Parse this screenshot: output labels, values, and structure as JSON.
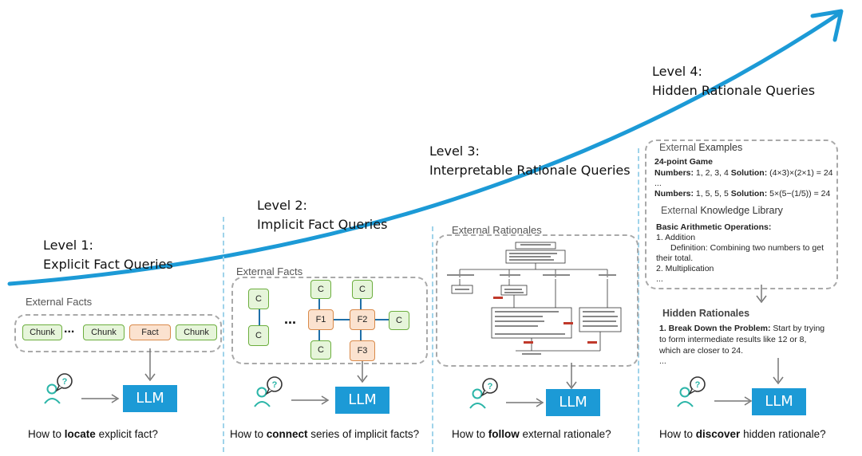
{
  "levels": [
    {
      "title": "Level 1:",
      "subtitle": "Explicit Fact Queries"
    },
    {
      "title": "Level 2:",
      "subtitle": "Implicit Fact Queries"
    },
    {
      "title": "Level 3:",
      "subtitle": "Interpretable Rationale Queries"
    },
    {
      "title": "Level 4:",
      "subtitle": "Hidden Rationale Queries"
    }
  ],
  "panel1": {
    "label": "External Facts",
    "chunks": [
      "Chunk",
      "...",
      "Chunk",
      "Fact",
      "Chunk"
    ],
    "llm": "LLM",
    "question_pre": "How to ",
    "question_bold": "locate",
    "question_post": " explicit fact?"
  },
  "panel2": {
    "label": "External Facts",
    "node_c": "C",
    "ellipsis": "...",
    "facts": [
      "F1",
      "F2",
      "F3"
    ],
    "llm": "LLM",
    "question_pre": "How to ",
    "question_bold": "connect",
    "question_post": " series of implicit facts?"
  },
  "panel3": {
    "label": "External Rationales",
    "llm": "LLM",
    "question_pre": "How to ",
    "question_bold": "follow",
    "question_post": " external rationale?"
  },
  "panel4": {
    "examples_label_pre": "External ",
    "examples_label_em": "Examples",
    "game_title": "24-point Game",
    "ex1_numbers_label": "Numbers:",
    "ex1_numbers": " 1, 2, 3, 4 ",
    "ex1_solution_label": "Solution:",
    "ex1_solution": " (4×3)×(2×1) = 24",
    "ellipsis": "...",
    "ex2_numbers_label": "Numbers:",
    "ex2_numbers": " 1, 5, 5, 5 ",
    "ex2_solution_label": "Solution:",
    "ex2_solution": " 5×(5−(1/5)) = 24",
    "library_label_pre": "External ",
    "library_label_em": "Knowledge Library",
    "ops_title": "Basic Arithmetic Operations:",
    "op1": "1. Addition",
    "op1_def": "Definition: Combining two numbers to get",
    "op1_def2": "their total.",
    "op2": "2. Multiplication",
    "ellipsis2": "...",
    "hidden_label": "Hidden Rationales",
    "step_bold": "1. Break Down the Problem:",
    "step_text": " Start by trying",
    "step_text2": "to form intermediate results like 12 or 8,",
    "step_text3": "which are closer to 24.",
    "ellipsis3": "...",
    "llm": "LLM",
    "question_pre": "How to ",
    "question_bold": "discover",
    "question_post": " hidden rationale?"
  },
  "colors": {
    "accent": "#1c9ad6",
    "fact_fill": "#fbe2cf",
    "chunk_fill": "#e6f5da",
    "user_icon": "#2bb5a8"
  }
}
